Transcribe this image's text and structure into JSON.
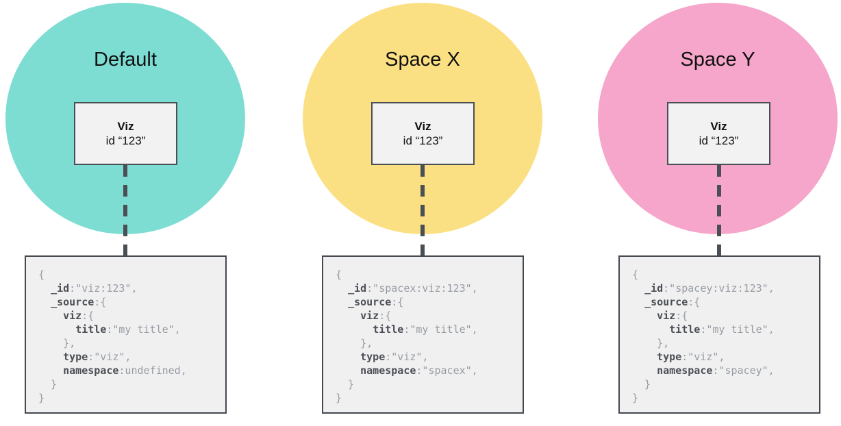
{
  "colors": {
    "default_circle": "#7EDDD3",
    "space_x_circle": "#FBE083",
    "space_y_circle": "#F6A6CA",
    "connector": "#4A4F55",
    "node_box_bg": "#F2F2F2",
    "doc_box_bg": "#F0F0F1",
    "code_key": "#4B4F55",
    "code_plain": "#979CA2"
  },
  "spaces": [
    {
      "title": "Default",
      "circle_color": "#7EDDD3",
      "viz_label": "Viz",
      "viz_id": "id “123”",
      "code": [
        [
          [
            "p",
            "{"
          ]
        ],
        [
          [
            "p",
            "  "
          ],
          [
            "k",
            "_id"
          ],
          [
            "p",
            ":\"viz:123\","
          ]
        ],
        [
          [
            "p",
            "  "
          ],
          [
            "k",
            "_source"
          ],
          [
            "p",
            ":{"
          ]
        ],
        [
          [
            "p",
            "    "
          ],
          [
            "k",
            "viz"
          ],
          [
            "p",
            ":{"
          ]
        ],
        [
          [
            "p",
            "      "
          ],
          [
            "k",
            "title"
          ],
          [
            "p",
            ":\"my title\","
          ]
        ],
        [
          [
            "p",
            "    },"
          ]
        ],
        [
          [
            "p",
            "    "
          ],
          [
            "k",
            "type"
          ],
          [
            "p",
            ":\"viz\","
          ]
        ],
        [
          [
            "p",
            "    "
          ],
          [
            "k",
            "namespace"
          ],
          [
            "p",
            ":undefined,"
          ]
        ],
        [
          [
            "p",
            "  }"
          ]
        ],
        [
          [
            "p",
            "}"
          ]
        ]
      ]
    },
    {
      "title": "Space X",
      "circle_color": "#FBE083",
      "viz_label": "Viz",
      "viz_id": "id “123”",
      "code": [
        [
          [
            "p",
            "{"
          ]
        ],
        [
          [
            "p",
            "  "
          ],
          [
            "k",
            "_id"
          ],
          [
            "p",
            ":\"spacex:viz:123\","
          ]
        ],
        [
          [
            "p",
            "  "
          ],
          [
            "k",
            "_source"
          ],
          [
            "p",
            ":{"
          ]
        ],
        [
          [
            "p",
            "    "
          ],
          [
            "k",
            "viz"
          ],
          [
            "p",
            ":{"
          ]
        ],
        [
          [
            "p",
            "      "
          ],
          [
            "k",
            "title"
          ],
          [
            "p",
            ":\"my title\","
          ]
        ],
        [
          [
            "p",
            "    },"
          ]
        ],
        [
          [
            "p",
            "    "
          ],
          [
            "k",
            "type"
          ],
          [
            "p",
            ":\"viz\","
          ]
        ],
        [
          [
            "p",
            "    "
          ],
          [
            "k",
            "namespace"
          ],
          [
            "p",
            ":\"spacex\","
          ]
        ],
        [
          [
            "p",
            "  }"
          ]
        ],
        [
          [
            "p",
            "}"
          ]
        ]
      ]
    },
    {
      "title": "Space Y",
      "circle_color": "#F6A6CA",
      "viz_label": "Viz",
      "viz_id": "id “123”",
      "code": [
        [
          [
            "p",
            "{"
          ]
        ],
        [
          [
            "p",
            "  "
          ],
          [
            "k",
            "_id"
          ],
          [
            "p",
            ":\"spacey:viz:123\","
          ]
        ],
        [
          [
            "p",
            "  "
          ],
          [
            "k",
            "_source"
          ],
          [
            "p",
            ":{"
          ]
        ],
        [
          [
            "p",
            "    "
          ],
          [
            "k",
            "viz"
          ],
          [
            "p",
            ":{"
          ]
        ],
        [
          [
            "p",
            "      "
          ],
          [
            "k",
            "title"
          ],
          [
            "p",
            ":\"my title\","
          ]
        ],
        [
          [
            "p",
            "    },"
          ]
        ],
        [
          [
            "p",
            "    "
          ],
          [
            "k",
            "type"
          ],
          [
            "p",
            ":\"viz\","
          ]
        ],
        [
          [
            "p",
            "    "
          ],
          [
            "k",
            "namespace"
          ],
          [
            "p",
            ":\"spacey\","
          ]
        ],
        [
          [
            "p",
            "  }"
          ]
        ],
        [
          [
            "p",
            "}"
          ]
        ]
      ]
    }
  ]
}
